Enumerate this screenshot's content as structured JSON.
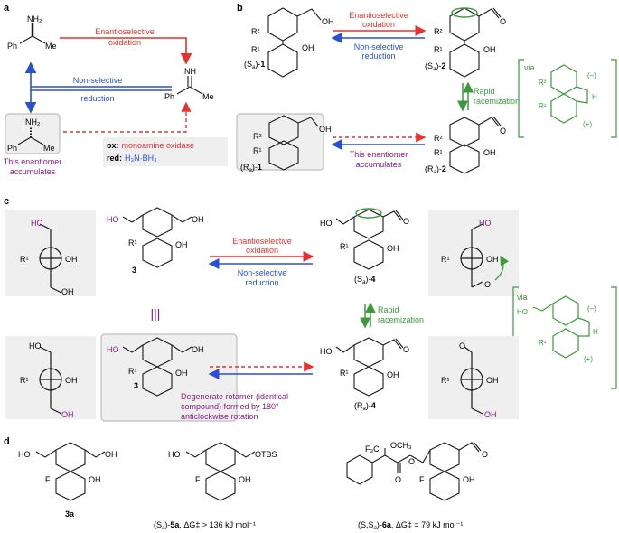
{
  "colors": {
    "red": "#e8312f",
    "blue": "#2a4fd6",
    "green": "#3c9a3c",
    "purple": "#8a1b8a",
    "grey_box": "#efefef",
    "grey_frame": "#bdbdbd",
    "black": "#1a1a1a"
  },
  "panel_a": {
    "label": "a",
    "nh2": "NH₂",
    "ph": "Ph",
    "me": "Me",
    "nh": "NH",
    "enantio_l1": "Enantioselective",
    "enantio_l2": "oxidation",
    "nonsel_l1": "Non-selective",
    "nonsel_l2": "reduction",
    "ox_key": "ox:",
    "ox_val": "monoamine oxidase",
    "red_key": "red:",
    "red_val": "H₃N·BH₃",
    "accum_l1": "This enantiomer",
    "accum_l2": "accumulates"
  },
  "panel_b": {
    "label": "b",
    "oh": "OH",
    "o": "O",
    "r1": "R¹",
    "r2": "R²",
    "s1": "(S",
    "a_sub": "a",
    "close1": ")-",
    "n1": "1",
    "n2": "2",
    "ra": "(R",
    "enantio_l1": "Enantioselective",
    "enantio_l2": "oxidation",
    "nonsel_l1": "Non-selective",
    "nonsel_l2": "reduction",
    "rapid_l1": "Rapid",
    "rapid_l2": "racemization",
    "accum_l1": "This enantiomer",
    "accum_l2": "accumulates",
    "via": "via",
    "minus": "(–)",
    "plus": "(+)",
    "h": "H"
  },
  "panel_c": {
    "label": "c",
    "ho": "HO",
    "oh": "OH",
    "o": "O",
    "r1": "R¹",
    "n3": "3",
    "n4": "4",
    "enantio_l1": "Enantioselective",
    "enantio_l2": "oxidation",
    "nonsel_l1": "Non-selective",
    "nonsel_l2": "reduction",
    "rapid_l1": "Rapid",
    "rapid_l2": "racemization",
    "degen_l1": "Degenerate rotamer (identical",
    "degen_l2": "compound) formed by 180°",
    "degen_l3": "anticlockwise rotation",
    "equiv": "|||",
    "via": "via",
    "minus": "(–)",
    "plus": "(+)",
    "h": "H"
  },
  "panel_d": {
    "label": "d",
    "ho": "HO",
    "oh": "OH",
    "otbs": "OTBS",
    "f": "F",
    "o": "O",
    "f3c": "F₃C",
    "och3": "OCH₃",
    "c3a": "3a",
    "c5a_pre": "(S",
    "c5a_mid": ")-",
    "c5a_num": "5a",
    "c5a_dg": ", ΔG‡ > 136 kJ mol⁻¹",
    "c6a_pre": "(S,S",
    "c6a_num": "6a",
    "c6a_dg": ", ΔG‡ = 79 kJ mol⁻¹",
    "a_sub": "a"
  }
}
